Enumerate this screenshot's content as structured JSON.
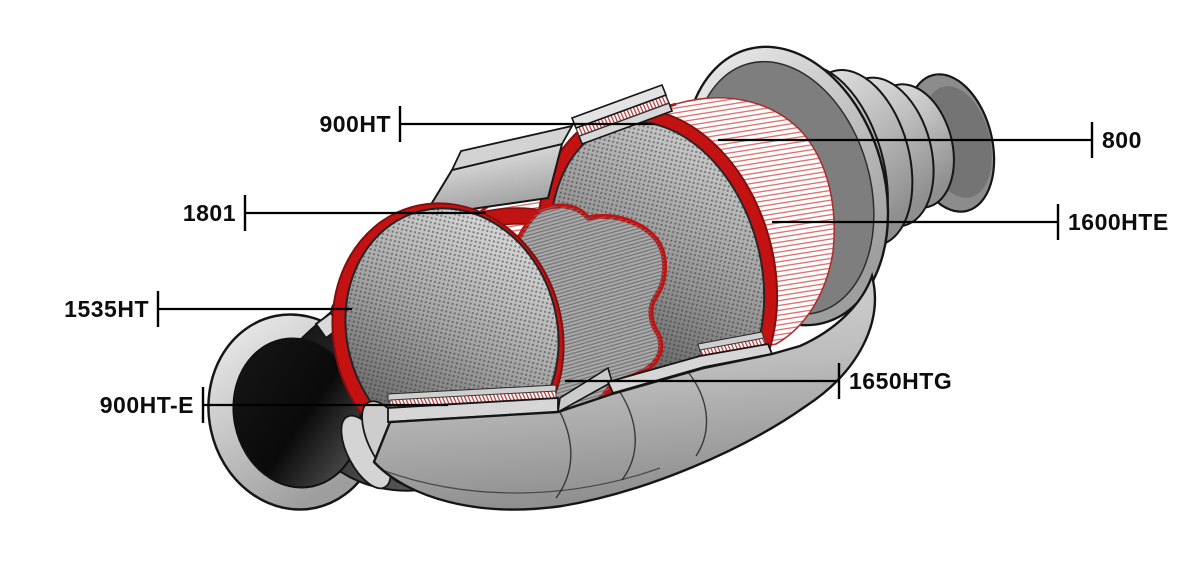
{
  "figure": {
    "background_color": "#ffffff",
    "palette": {
      "shell_gray": "#cbcbcb",
      "outline": "#161616",
      "mat_hatch_red": "#d85a5a",
      "sealant_red": "#c41112",
      "substrate_gray": "#9a9a9a",
      "interior_dark": "#141414",
      "callout_line": "#000000",
      "label_text": "#0d0d0d"
    },
    "callouts": [
      {
        "text": "900HT",
        "side": "left"
      },
      {
        "text": "1801",
        "side": "left"
      },
      {
        "text": "1535HT",
        "side": "left"
      },
      {
        "text": "900HT-E",
        "side": "left"
      },
      {
        "text": "1650HTG",
        "side": "right"
      },
      {
        "text": "1600HTE",
        "side": "right"
      },
      {
        "text": "800",
        "side": "right"
      }
    ]
  }
}
